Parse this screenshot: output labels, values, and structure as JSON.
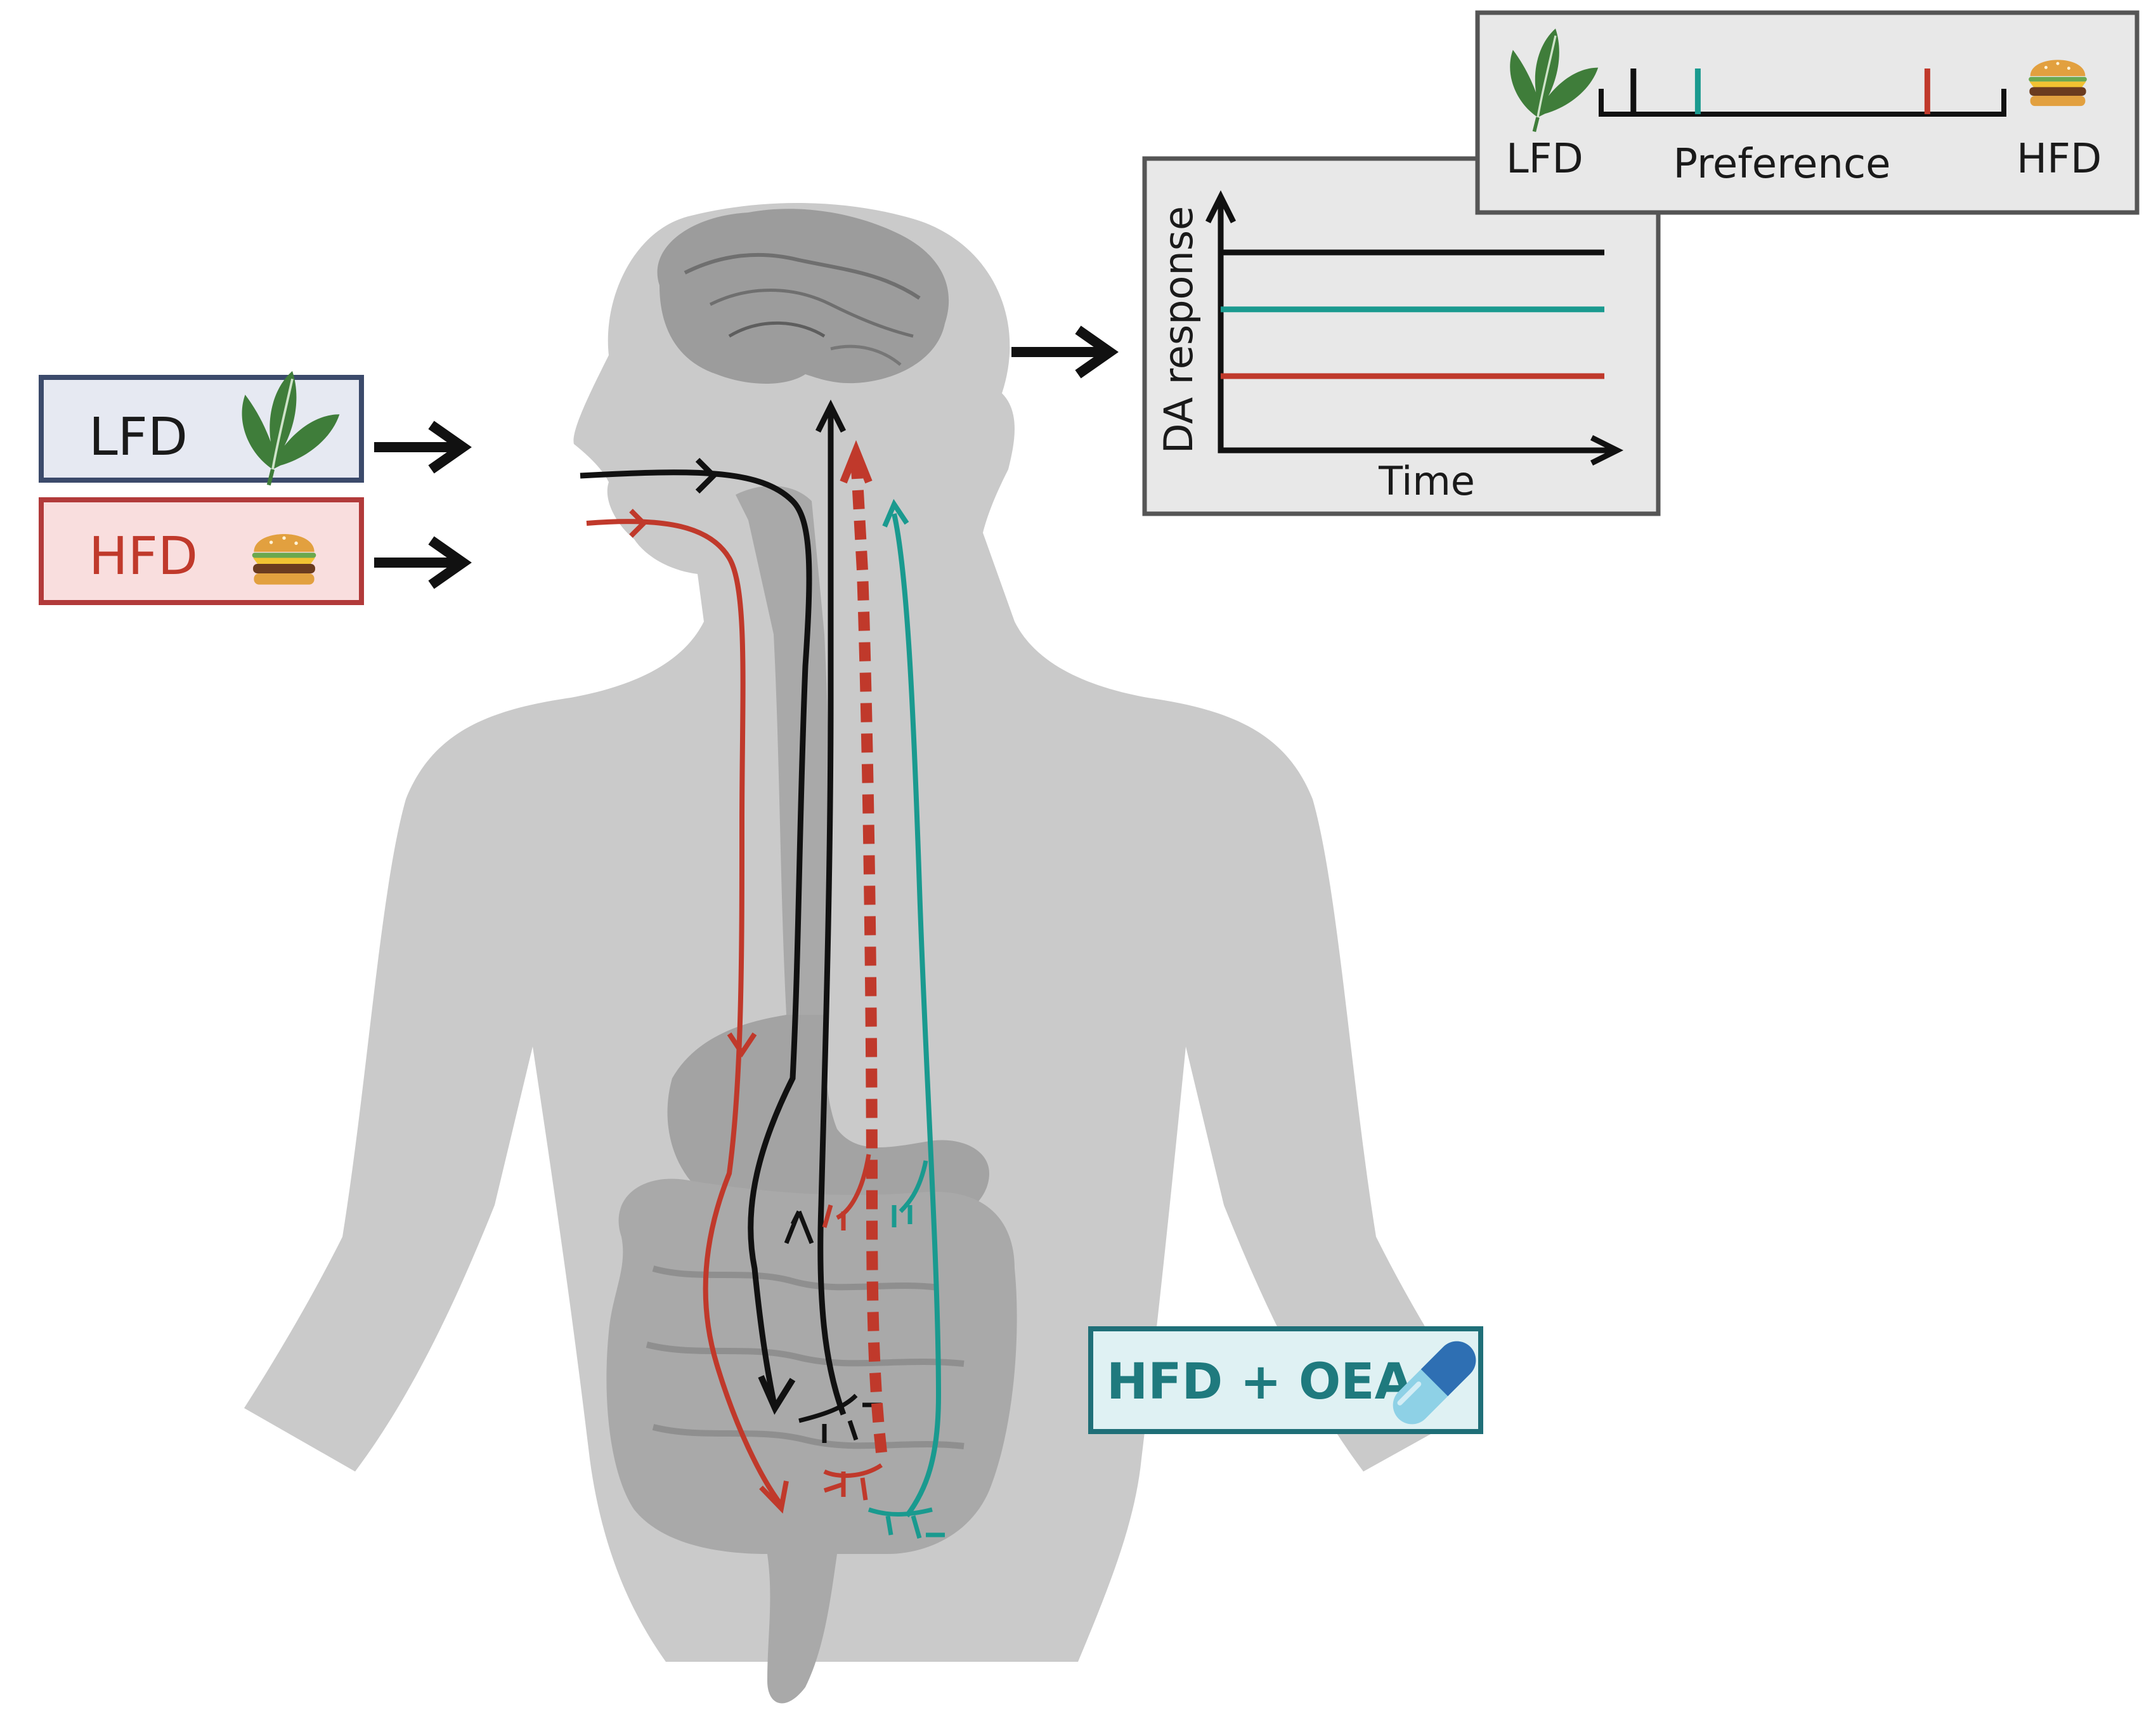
{
  "colors": {
    "black": "#111111",
    "red": "#c0392b",
    "teal": "#1a9a8f",
    "lfd_box_fill": "#e6e9f2",
    "lfd_box_stroke": "#3b4a6b",
    "hfd_box_fill": "#f9dede",
    "hfd_box_stroke": "#b23a3a",
    "oea_box_fill": "#dff1f3",
    "oea_box_stroke": "#1f6f78",
    "panel_fill": "#e8e8e8",
    "panel_stroke": "#555555",
    "body_gray": "#c8c8c8",
    "organ_gray": "#a5a5a5"
  },
  "labels": {
    "lfd": "LFD",
    "hfd": "HFD",
    "hfd_oea": "HFD + OEA"
  },
  "preference_panel": {
    "left_label": "LFD",
    "right_label": "HFD",
    "axis_label": "Preference",
    "marks": [
      {
        "series": "black",
        "position": 0.08
      },
      {
        "series": "teal",
        "position": 0.24
      },
      {
        "series": "red",
        "position": 0.81
      }
    ]
  },
  "da_panel": {
    "ylabel": "DA response",
    "xlabel": "Time",
    "levels": [
      {
        "series": "black",
        "value": 0.8
      },
      {
        "series": "teal",
        "value": 0.57
      },
      {
        "series": "red",
        "value": 0.3
      }
    ]
  },
  "icons": {
    "leaf": "spinach-leaf-icon",
    "burger": "burger-icon",
    "pill": "capsule-pill-icon"
  }
}
